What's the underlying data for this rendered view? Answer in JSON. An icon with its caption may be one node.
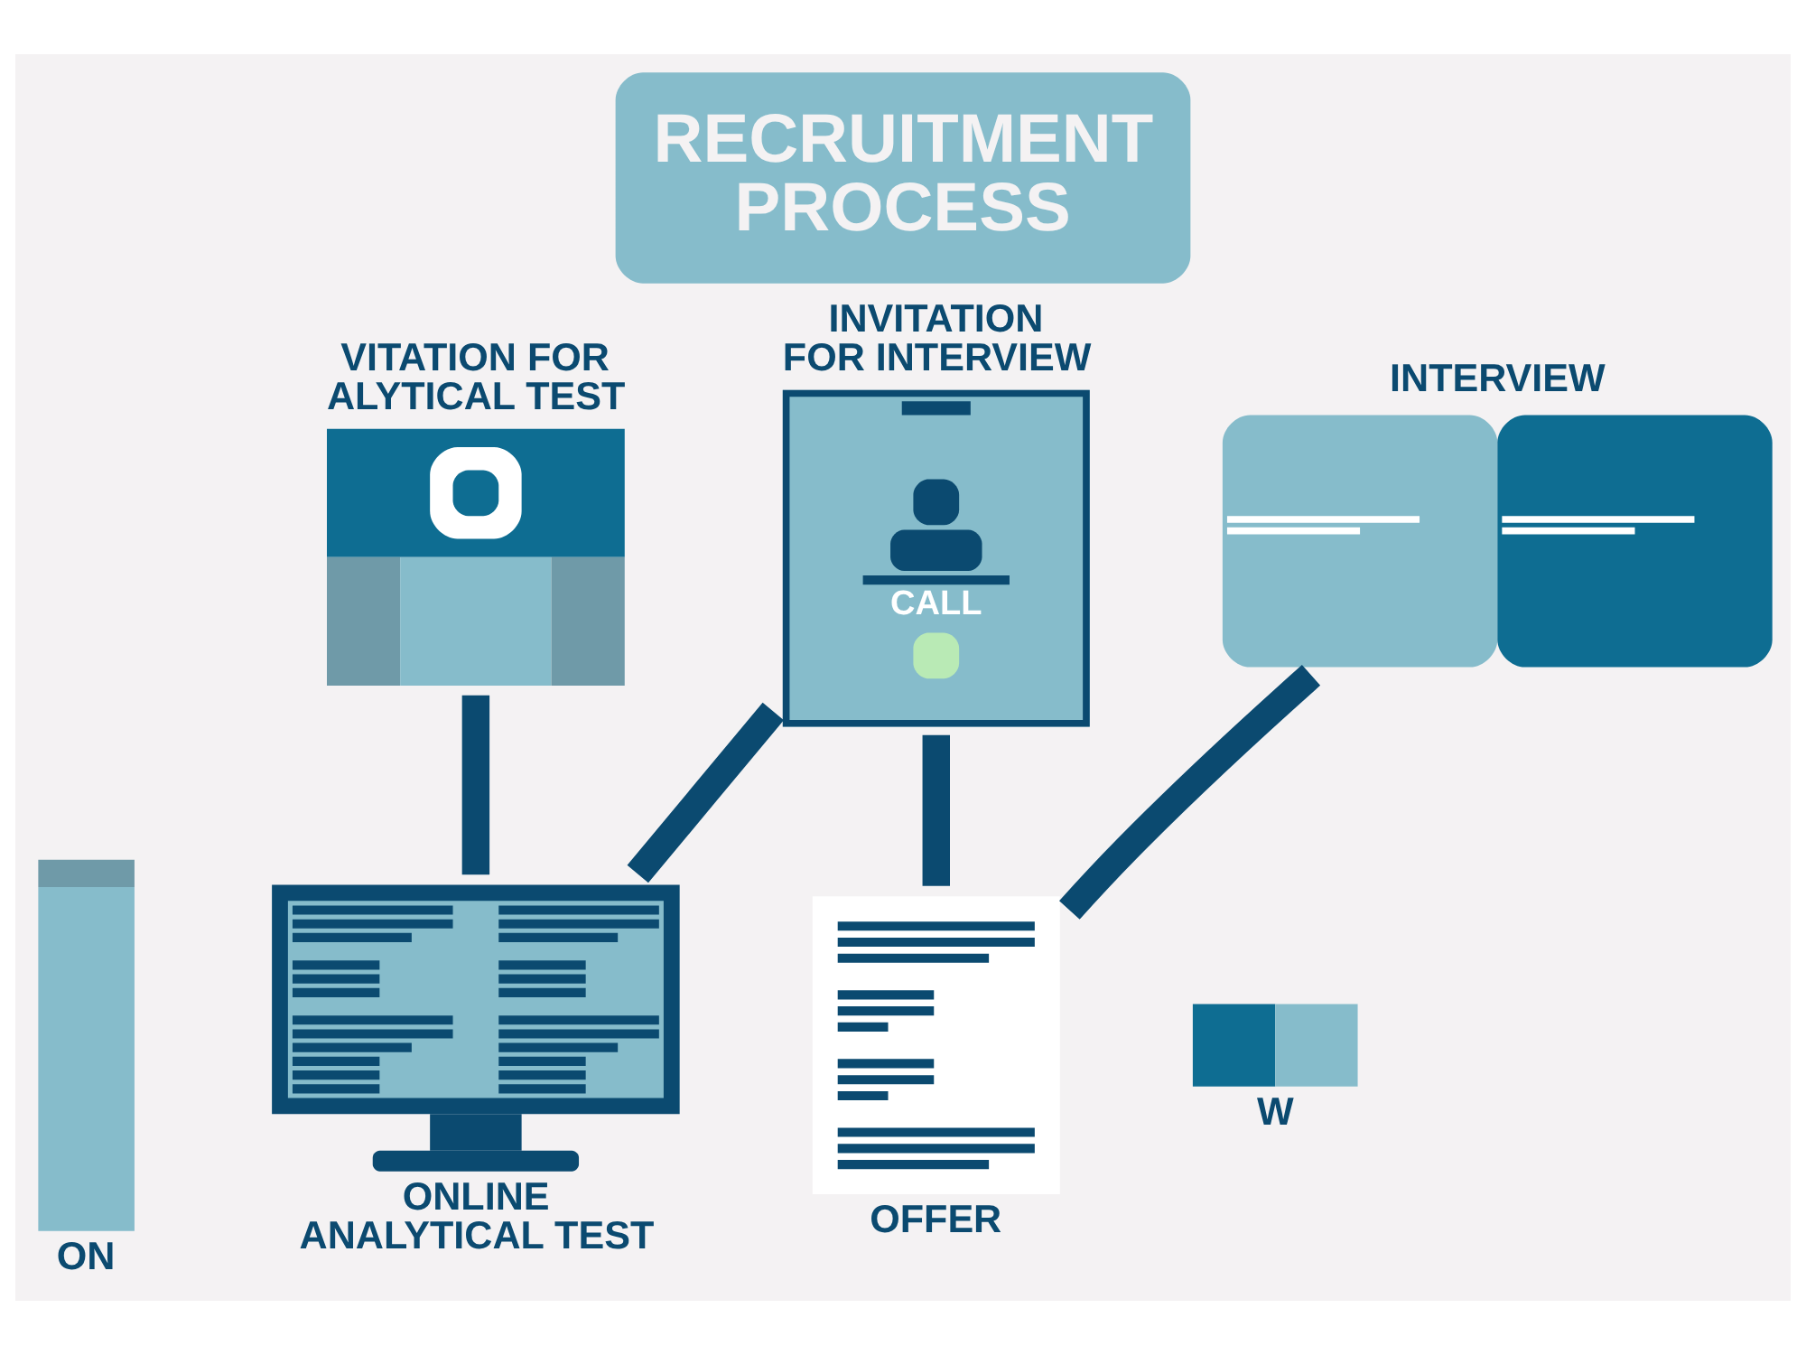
{
  "diagram": {
    "title": "RECRUITMENT PROCESS",
    "nodes": [
      {
        "text": [
          "ON"
        ]
      },
      {
        "text": [
          "VITATION FOR ALYTICAL TEST"
        ]
      },
      {
        "text": [
          "ONLINE ANALYTICAL TEST"
        ]
      },
      {
        "text": [
          "INVITATION FOR INTERVIEW",
          "CALL"
        ]
      },
      {
        "text": [
          "OFFER"
        ]
      },
      {
        "text": [
          "INTERVIEW"
        ]
      },
      {
        "text": [
          "W"
        ]
      }
    ],
    "edges": [
      {
        "from": 1,
        "to": 2,
        "arrow": "none"
      },
      {
        "from": 2,
        "to": 3,
        "arrow": "none"
      },
      {
        "from": 3,
        "to": 4,
        "arrow": "none"
      },
      {
        "from": 4,
        "to": 5,
        "arrow": "none"
      }
    ]
  }
}
